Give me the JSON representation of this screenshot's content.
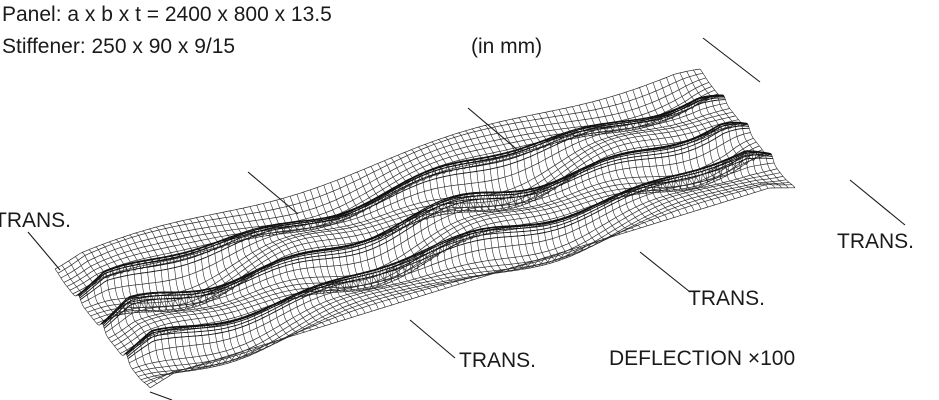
{
  "header": {
    "panel_text": "Panel: a x b x t = 2400 x 800 x 13.5",
    "stiffener_text": "Stiffener: 250 x 90 x 9/15",
    "unit_text": "(in mm)"
  },
  "labels": {
    "trans_left": "TRANS.",
    "trans_right": "TRANS.",
    "trans_middle": "TRANS.",
    "trans_bottom": "TRANS.",
    "deflection": "DEFLECTION ×100"
  },
  "colors": {
    "mesh_line": "#2a2a2a",
    "stiffener_line": "#111111",
    "leader_line": "#1a1a1a",
    "background": "#ffffff"
  }
}
